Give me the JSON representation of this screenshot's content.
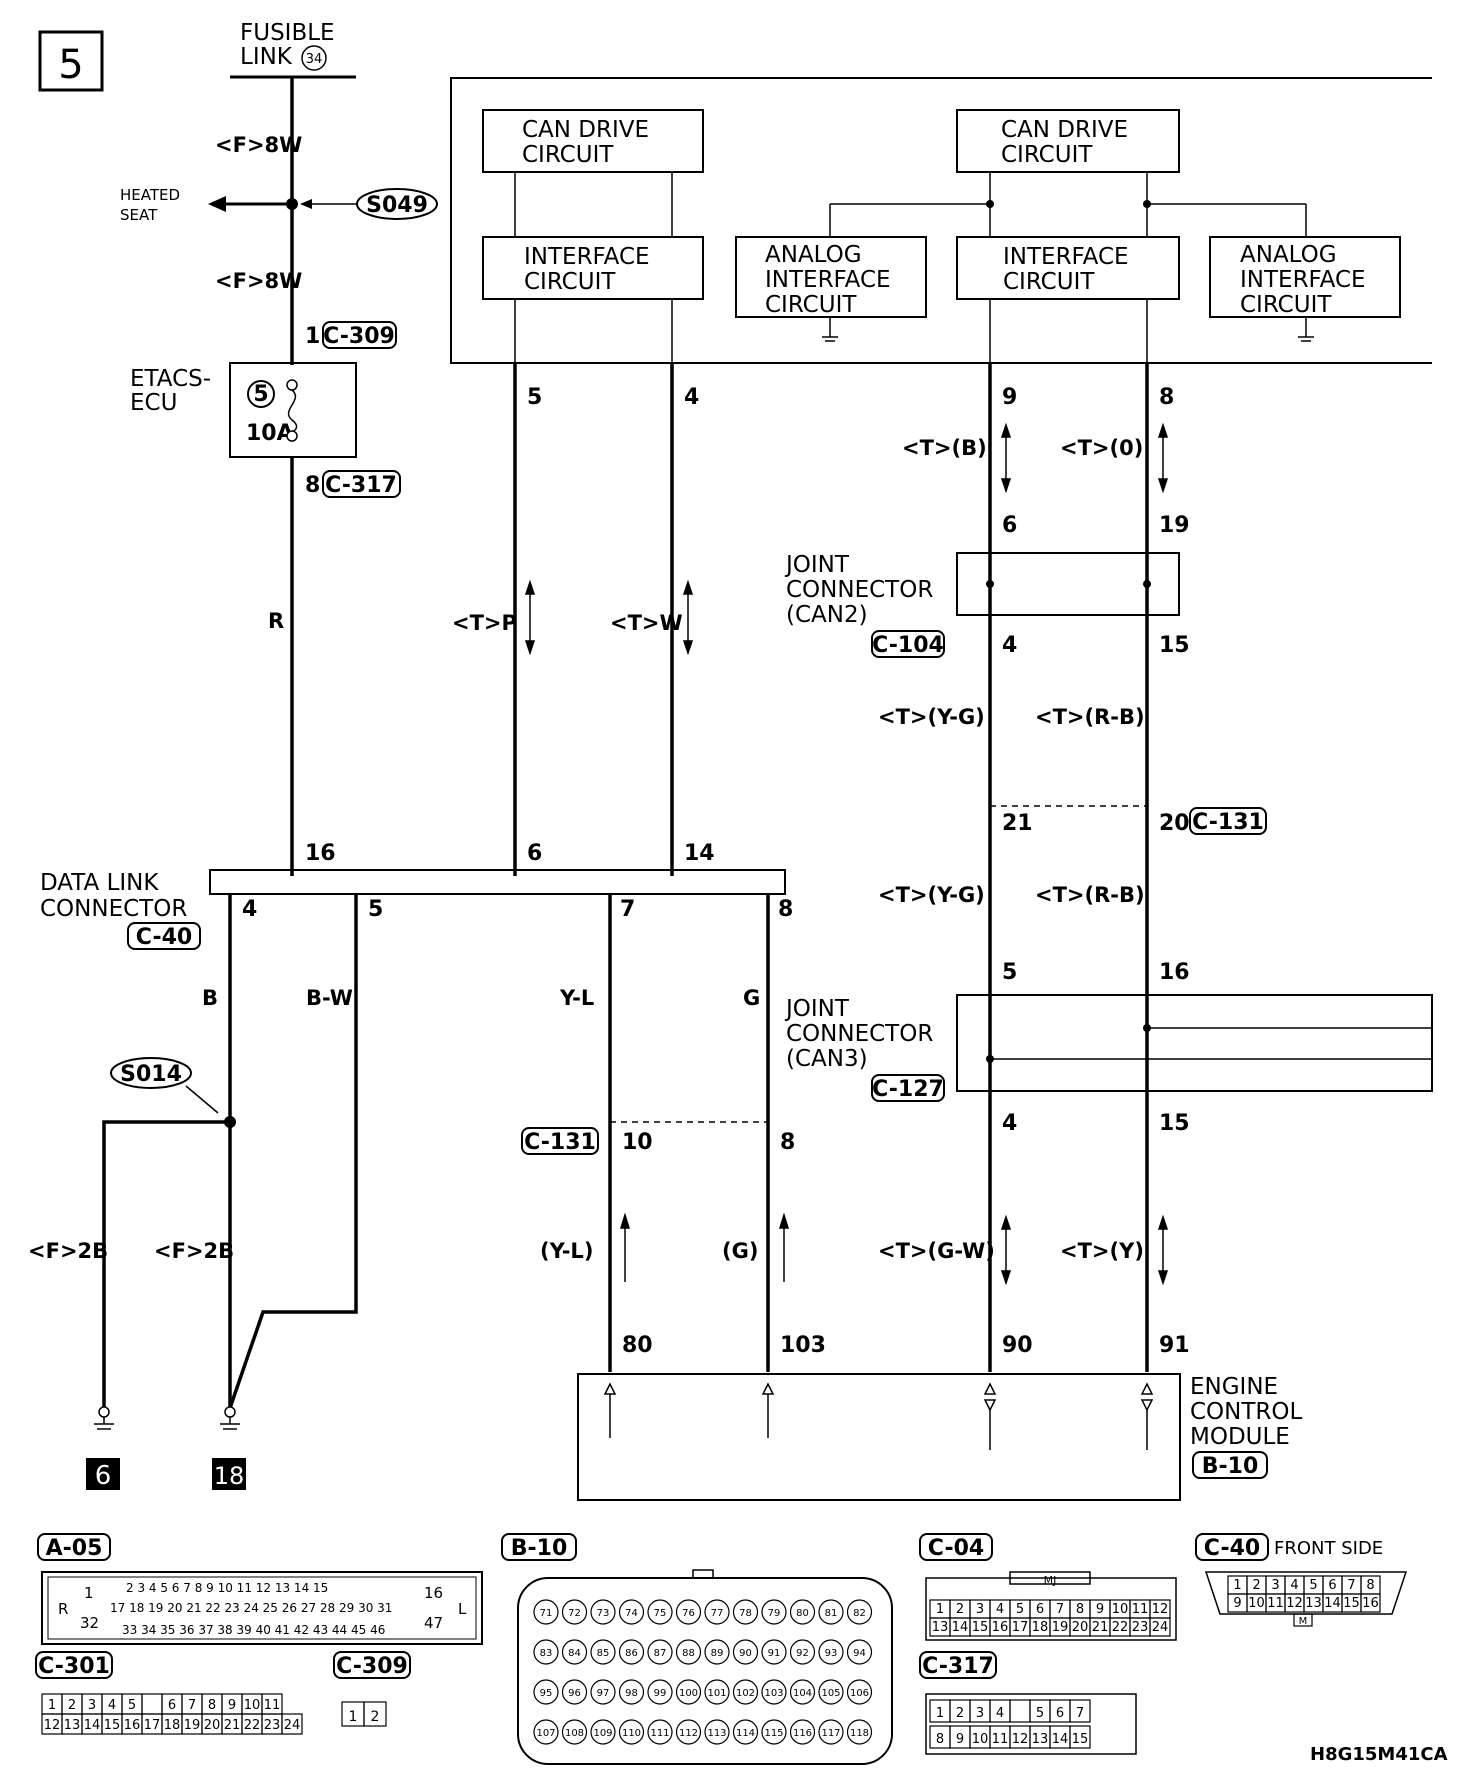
{
  "page": {
    "number": "5",
    "code": "H8G15M41CA"
  },
  "fusible": {
    "line1": "FUSIBLE",
    "line2": "LINK",
    "num": "34",
    "wire_top": "<F>8W",
    "wire_bottom": "<F>8W"
  },
  "heated_seat": {
    "line1": "HEATED",
    "line2": "SEAT",
    "splice": "S049"
  },
  "etacs": {
    "line1": "ETACS-",
    "line2": "ECU",
    "fuse_no": "5",
    "rating": "10A",
    "in_pin": "1",
    "in_conn": "C-309",
    "out_pin": "8",
    "out_conn": "C-317",
    "wire": "R"
  },
  "module": {
    "can_drive_left": {
      "line1": "CAN DRIVE",
      "line2": "CIRCUIT"
    },
    "can_drive_right": {
      "line1": "CAN DRIVE",
      "line2": "CIRCUIT"
    },
    "iface_left": {
      "line1": "INTERFACE",
      "line2": "CIRCUIT"
    },
    "iface_right": {
      "line1": "INTERFACE",
      "line2": "CIRCUIT"
    },
    "analog_left": {
      "line1": "ANALOG",
      "line2": "INTERFACE",
      "line3": "CIRCUIT"
    },
    "analog_right": {
      "line1": "ANALOG",
      "line2": "INTERFACE",
      "line3": "CIRCUIT"
    }
  },
  "pins": {
    "p5": "5",
    "p4": "4",
    "p9": "9",
    "p8": "8",
    "j2_in_a": "6",
    "j2_in_b": "19",
    "j2_out_a": "4",
    "j2_out_b": "15",
    "c131a": "21",
    "c131b": "20",
    "j3_in_a": "5",
    "j3_in_b": "16",
    "j3_out_a": "4",
    "j3_out_b": "15",
    "dlc16": "16",
    "dlc6": "6",
    "dlc14": "14",
    "dlc4": "4",
    "dlc5": "5",
    "dlc7": "7",
    "dlc8": "8",
    "c131_10": "10",
    "c131_8": "8",
    "ecm80": "80",
    "ecm103": "103",
    "ecm90": "90",
    "ecm91": "91"
  },
  "wires": {
    "tp": "<T>P",
    "tw": "<T>W",
    "tb": "<T>(B)",
    "to": "<T>(0)",
    "tyg1": "<T>(Y-G)",
    "trb1": "<T>(R-B)",
    "tyg2": "<T>(Y-G)",
    "trb2": "<T>(R-B)",
    "b": "B",
    "bw": "B-W",
    "yl": "Y-L",
    "g": "G",
    "f2b_left": "<F>2B",
    "f2b_right": "<F>2B",
    "yl_paren": "(Y-L)",
    "g_paren": "(G)",
    "tgw": "<T>(G-W)",
    "ty": "<T>(Y)"
  },
  "joint2": {
    "line1": "JOINT",
    "line2": "CONNECTOR",
    "line3": "(CAN2)",
    "conn": "C-104"
  },
  "joint3": {
    "line1": "JOINT",
    "line2": "CONNECTOR",
    "line3": "(CAN3)",
    "conn": "C-127"
  },
  "dlc": {
    "line1": "DATA LINK",
    "line2": "CONNECTOR",
    "conn": "C-40"
  },
  "c131_right": "C-131",
  "c131_left": "C-131",
  "splice_s014": "S014",
  "grounds": {
    "left": "6",
    "right": "18"
  },
  "ecm": {
    "line1": "ENGINE",
    "line2": "CONTROL",
    "line3": "MODULE",
    "conn": "B-10"
  },
  "connectors": {
    "a05": {
      "name": "A-05",
      "row1": "2 3 4 5 6 7 8 9 10 11 12 13 14 15",
      "row2": "17 18 19 20 21 22 23 24 25 26 27 28 29 30 31",
      "row3": "33 34 35 36 37 38 39 40 41 42 43 44 45 46",
      "left_a": "1",
      "left_b": "32",
      "right_a": "16",
      "right_b": "47",
      "r": "R",
      "l": "L"
    },
    "b10": {
      "name": "B-10",
      "row1": [
        "71",
        "72",
        "73",
        "74",
        "75",
        "76",
        "77",
        "78",
        "79",
        "80",
        "81",
        "82"
      ],
      "row2": [
        "83",
        "84",
        "85",
        "86",
        "87",
        "88",
        "89",
        "90",
        "91",
        "92",
        "93",
        "94"
      ],
      "row3": [
        "95",
        "96",
        "97",
        "98",
        "99",
        "100",
        "101",
        "102",
        "103",
        "104",
        "105",
        "106"
      ],
      "row4": [
        "107",
        "108",
        "109",
        "110",
        "111",
        "112",
        "113",
        "114",
        "115",
        "116",
        "117",
        "118"
      ]
    },
    "c04": {
      "name": "C-04",
      "mj": "MJ",
      "row1": [
        "1",
        "2",
        "3",
        "4",
        "5",
        "6",
        "7",
        "8",
        "9",
        "10",
        "11",
        "12"
      ],
      "row2": [
        "13",
        "14",
        "15",
        "16",
        "17",
        "18",
        "19",
        "20",
        "21",
        "22",
        "23",
        "24"
      ]
    },
    "c40": {
      "name": "C-40",
      "side": "FRONT SIDE",
      "row1": [
        "1",
        "2",
        "3",
        "4",
        "5",
        "6",
        "7",
        "8"
      ],
      "row2": [
        "9",
        "10",
        "11",
        "12",
        "13",
        "14",
        "15",
        "16"
      ],
      "m": "M"
    },
    "c301": {
      "name": "C-301",
      "row1": [
        "1",
        "2",
        "3",
        "4",
        "5",
        "",
        "6",
        "7",
        "8",
        "9",
        "10",
        "11"
      ],
      "row2": [
        "12",
        "13",
        "14",
        "15",
        "16",
        "17",
        "18",
        "19",
        "20",
        "21",
        "22",
        "23",
        "24"
      ]
    },
    "c309": {
      "name": "C-309",
      "row1": [
        "1",
        "2"
      ]
    },
    "c317": {
      "name": "C-317",
      "row1": [
        "1",
        "2",
        "3",
        "4",
        "",
        "5",
        "6",
        "7"
      ],
      "row2": [
        "8",
        "9",
        "10",
        "11",
        "12",
        "13",
        "14",
        "15"
      ]
    }
  }
}
